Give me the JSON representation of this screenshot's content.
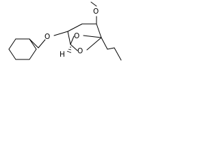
{
  "molecule": {
    "atoms": {
      "o_methoxy": "O",
      "o_ether": "O",
      "o_bridge_upper": "O",
      "o_bridge_lower": "O",
      "h_stereo": "H"
    }
  }
}
